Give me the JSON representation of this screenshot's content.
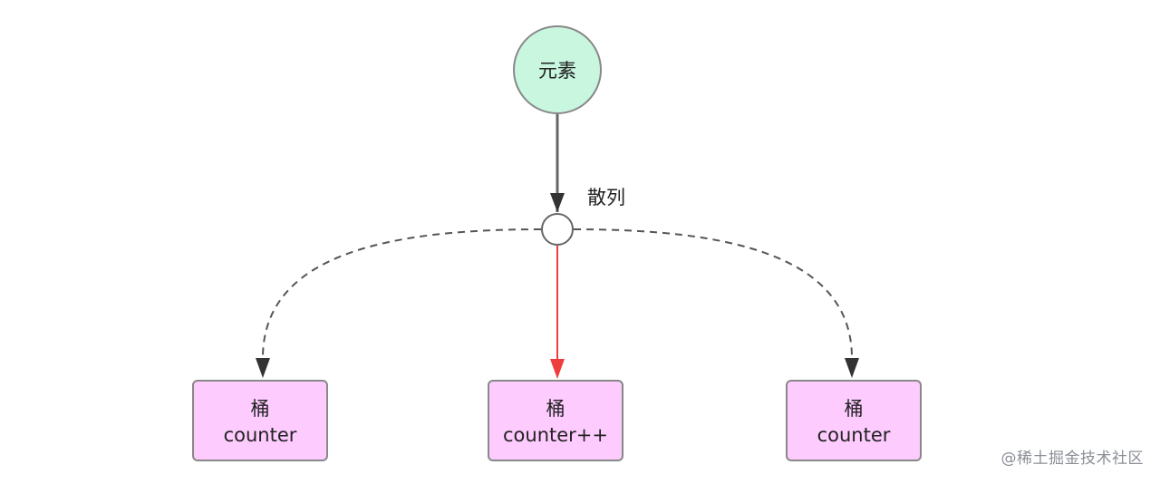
{
  "diagram": {
    "element_label": "元素",
    "hash_label": "散列",
    "buckets": [
      {
        "title": "桶",
        "value": "counter"
      },
      {
        "title": "桶",
        "value": "counter++"
      },
      {
        "title": "桶",
        "value": "counter"
      }
    ]
  },
  "colors": {
    "element_fill": "#c8f6df",
    "bucket_fill": "#fecbff",
    "highlight_arrow": "#ef3e3e",
    "dashed_arrow": "#555555",
    "solid_arrow": "#666666"
  },
  "watermark": "@稀土掘金技术社区"
}
